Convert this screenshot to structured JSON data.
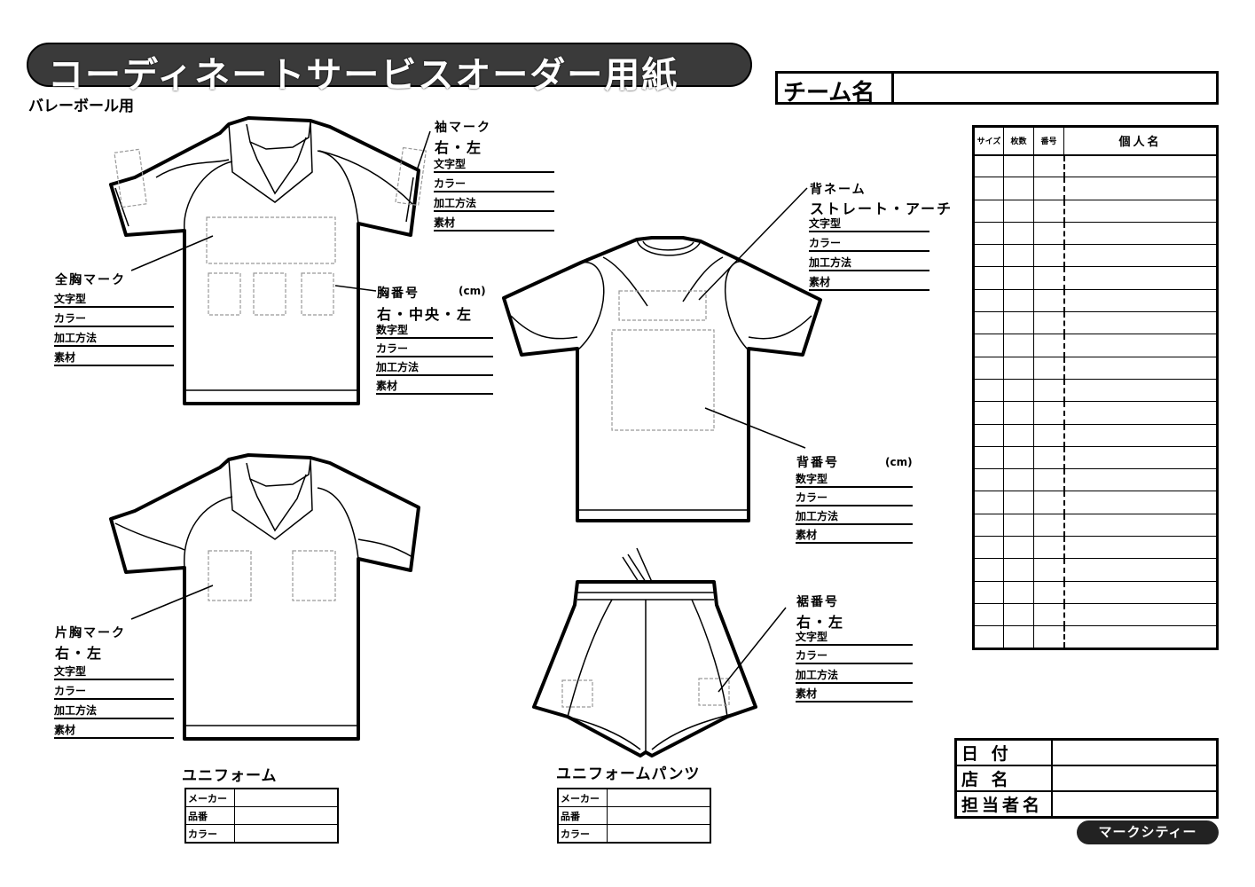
{
  "header": {
    "title": "コーディネートサービスオーダー用紙",
    "subtitle": "バレーボール用",
    "team_label": "チーム名"
  },
  "fields": {
    "moji": "文字型",
    "color": "カラー",
    "kakou": "加工方法",
    "sozai": "素材",
    "suji": "数字型",
    "cm": "(cm)"
  },
  "sleeve_mark": {
    "title": "袖マーク",
    "sides": "右・左"
  },
  "full_chest": {
    "title": "全胸マーク"
  },
  "chest_number": {
    "title": "胸番号",
    "sides": "右・中央・左"
  },
  "back_name": {
    "title": "背ネーム",
    "style": "ストレート・アーチ"
  },
  "back_number": {
    "title": "背番号"
  },
  "one_chest": {
    "title": "片胸マーク",
    "sides": "右・左"
  },
  "hem_number": {
    "title": "裾番号",
    "sides": "右・左"
  },
  "roster": {
    "headers": [
      "サイズ",
      "枚数",
      "番号",
      "個人名"
    ],
    "rows": 22
  },
  "uniform": {
    "title": "ユニフォーム",
    "rows": [
      "メーカー",
      "品番",
      "カラー"
    ]
  },
  "pants": {
    "title": "ユニフォームパンツ",
    "rows": [
      "メーカー",
      "品番",
      "カラー"
    ]
  },
  "info": {
    "rows": [
      "日 付",
      "店 名",
      "担当者名"
    ]
  },
  "logo": "マークシティー"
}
